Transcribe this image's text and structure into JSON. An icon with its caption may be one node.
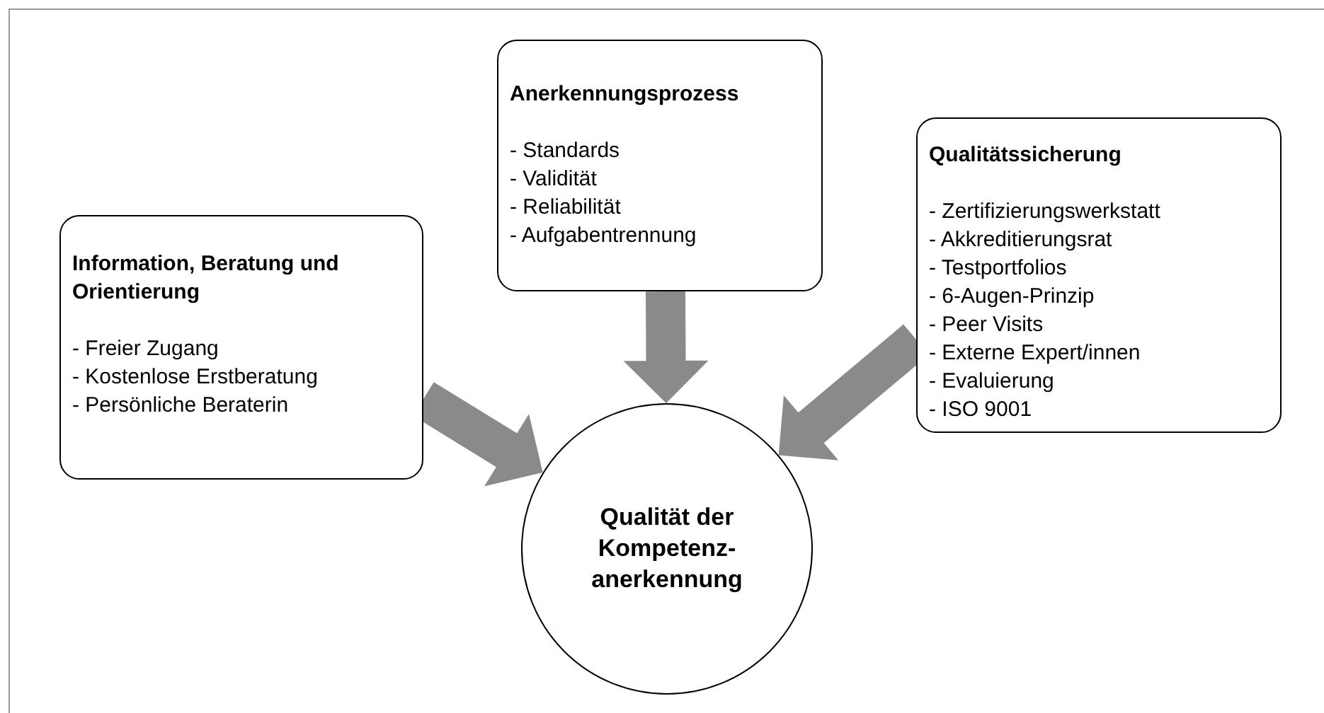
{
  "diagram": {
    "nodes": [
      {
        "text": [
          "Information, Beratung und Orientierung",
          "- Freier Zugang",
          "- Kostenlose Erstberatung",
          "- Persönliche Beraterin"
        ]
      },
      {
        "text": [
          "Anerkennungsprozess",
          "- Standards",
          "- Validität",
          "- Reliabilität",
          "- Aufgabentrennung"
        ]
      },
      {
        "text": [
          "Qualitätssicherung",
          "- Zertifizierungswerkstatt",
          "- Akkreditierungsrat",
          "- Testportfolios",
          "- 6-Augen-Prinzip",
          "- Peer Visits",
          "- Externe Expert/innen",
          "- Evaluierung",
          "- ISO 9001"
        ]
      },
      {
        "text": [
          "Qualität der Kompetenz- anerkennung"
        ]
      }
    ],
    "edges": [
      {
        "from": 0,
        "to": 3,
        "arrow": "to",
        "style": "thick"
      },
      {
        "from": 1,
        "to": 3,
        "arrow": "to",
        "style": "thick"
      },
      {
        "from": 2,
        "to": 3,
        "arrow": "to",
        "style": "thick"
      }
    ]
  }
}
